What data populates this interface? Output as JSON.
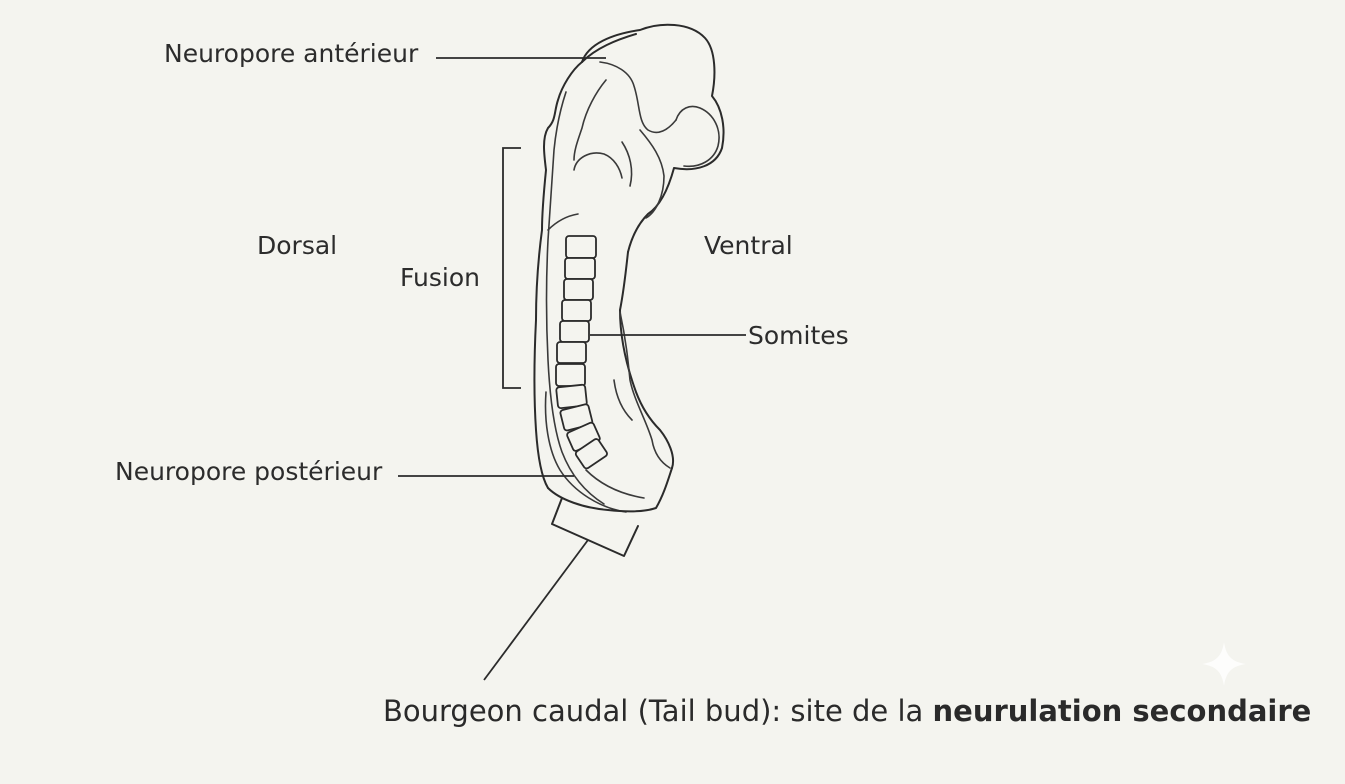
{
  "labels": {
    "anterior_neuropore": "Neuropore antérieur",
    "dorsal": "Dorsal",
    "fusion": "Fusion",
    "ventral": "Ventral",
    "somites": "Somites",
    "posterior_neuropore": "Neuropore postérieur"
  },
  "caption": {
    "normal": "Bourgeon caudal (Tail bud): site de la ",
    "bold": "neurulation secondaire"
  }
}
